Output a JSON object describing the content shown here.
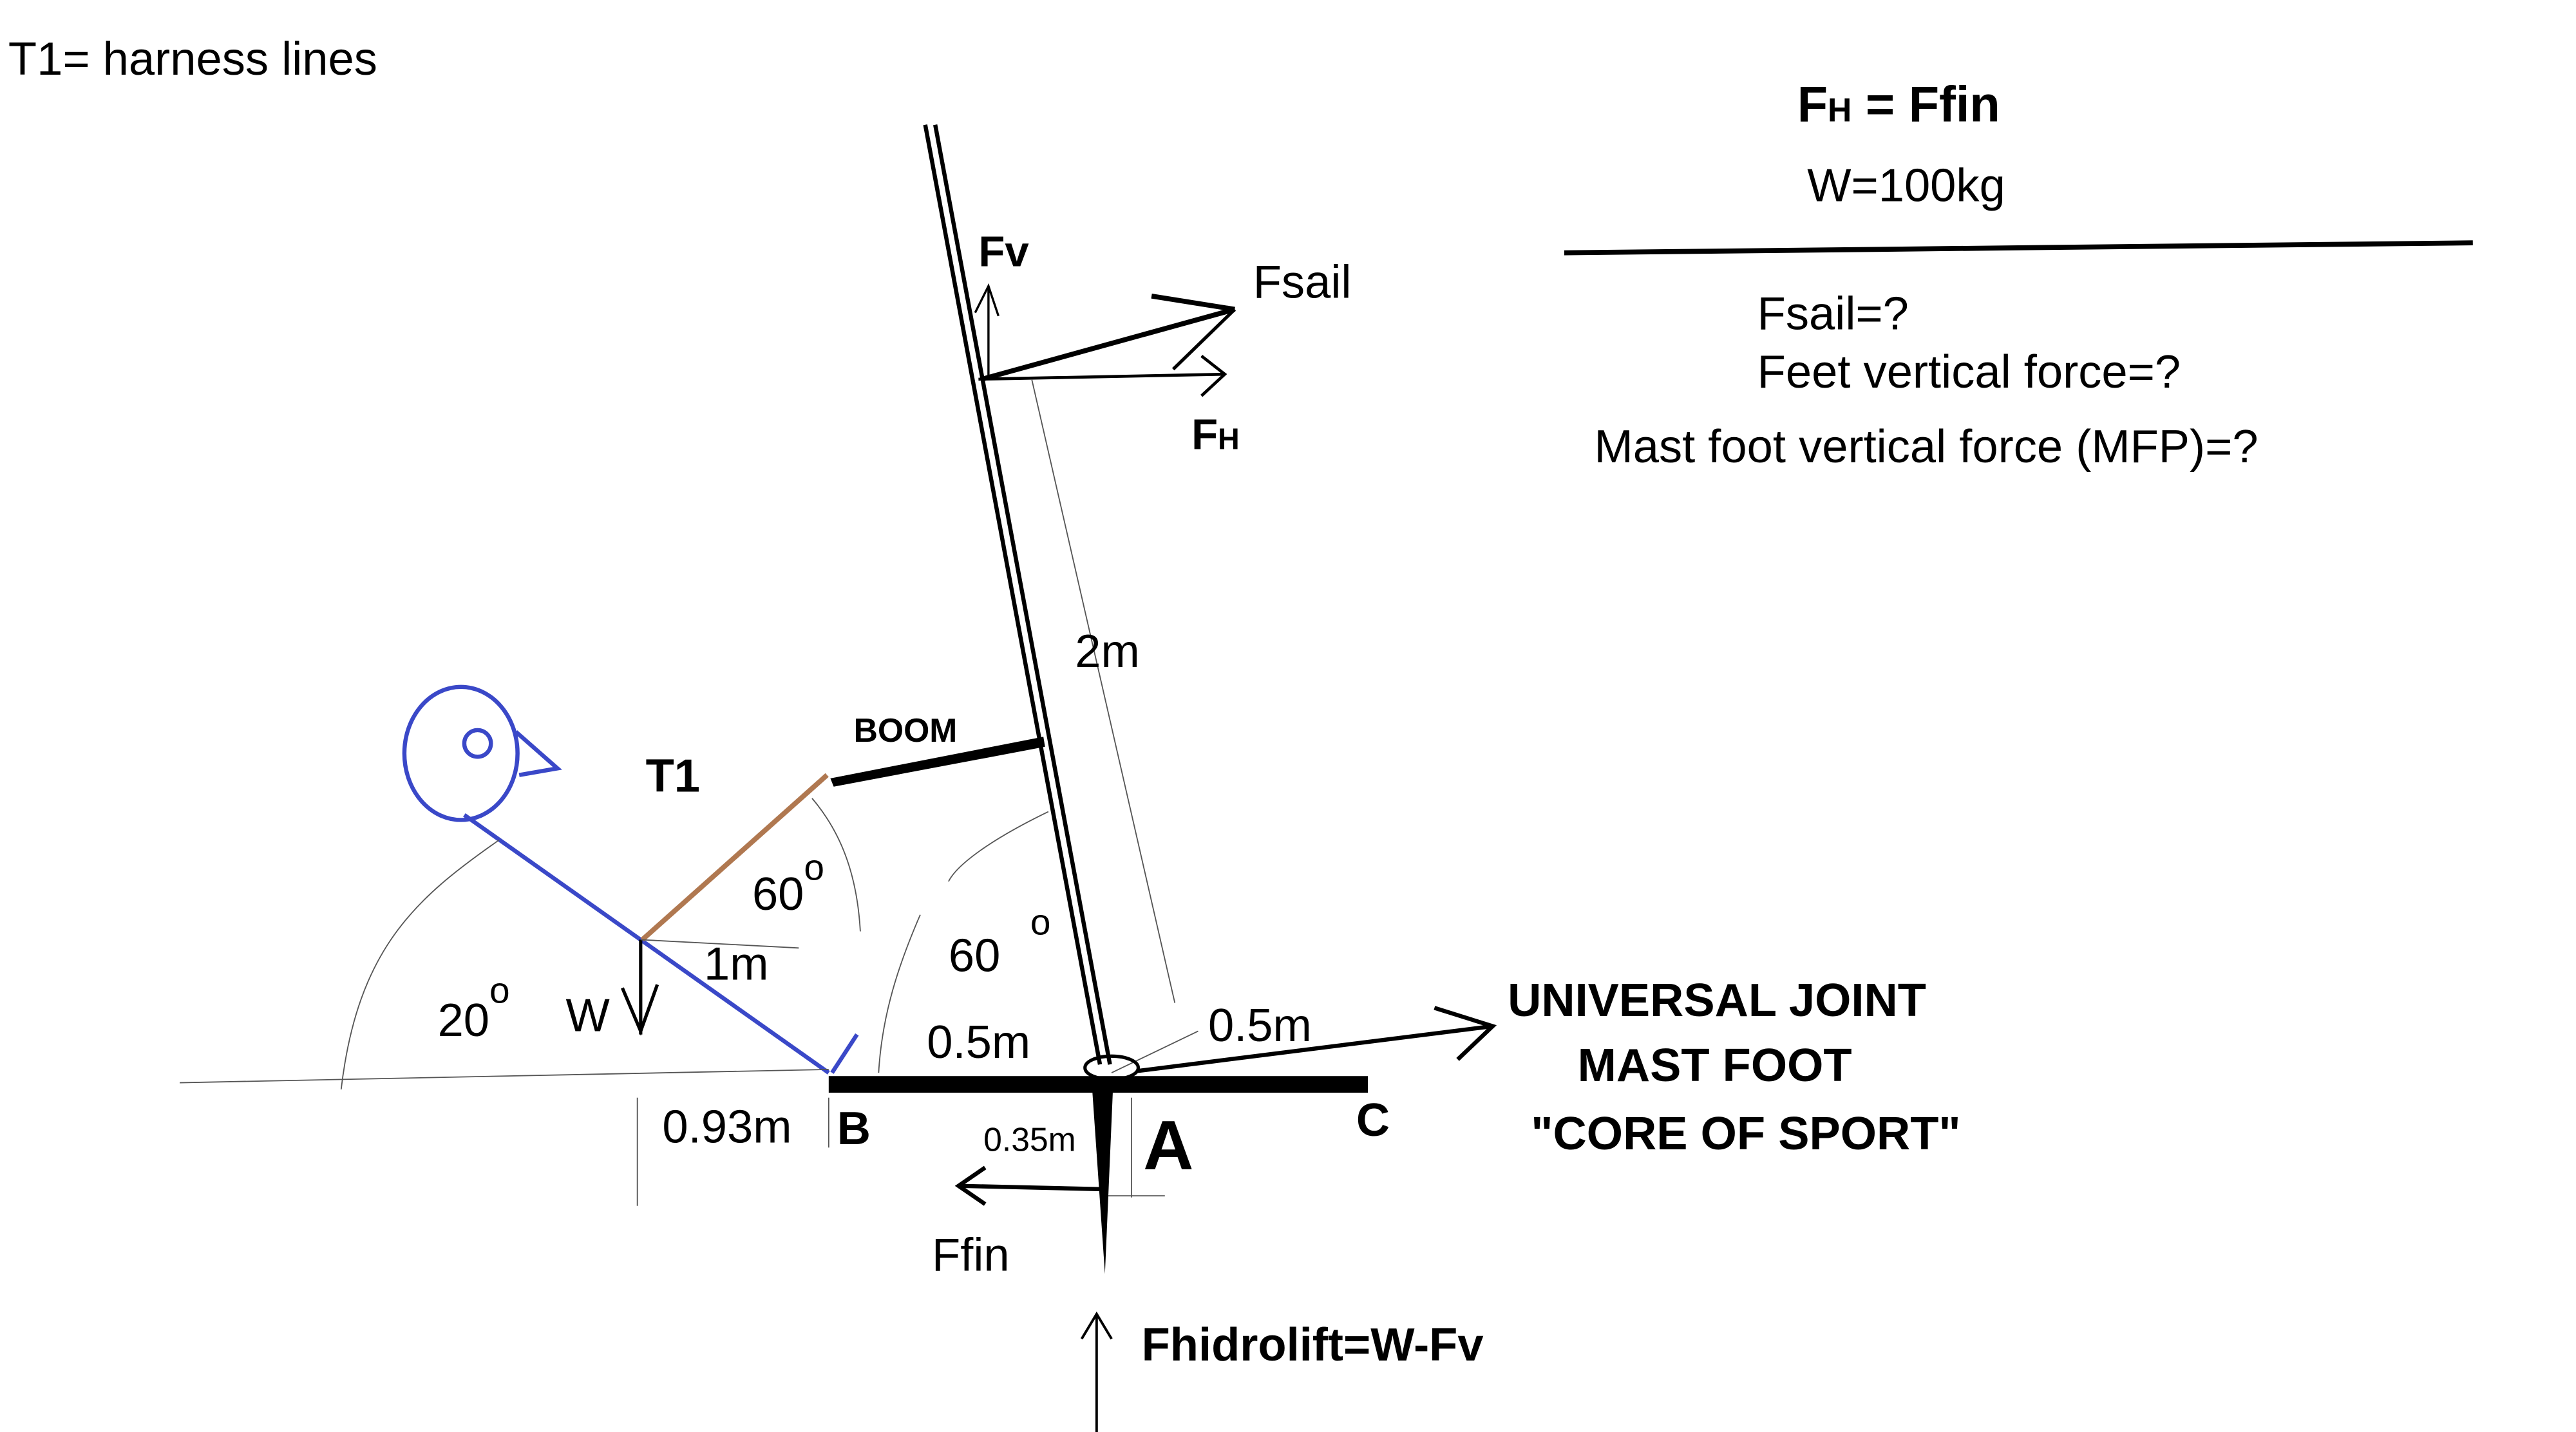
{
  "legend": {
    "t1": "T1= harness lines"
  },
  "given": {
    "fh_main": "F",
    "fh_sub": "H",
    "fh_rest": " = Ffin",
    "weight": "W=100kg"
  },
  "questions": [
    "Fsail=?",
    "Feet vertical force=?",
    "Mast foot vertical force (MFP)=?"
  ],
  "labels": {
    "fv": "Fv",
    "fsail": "Fsail",
    "fh_main": "F",
    "fh_sub": "H",
    "mast_len": "2m",
    "boom": "BOOM",
    "t1": "T1",
    "angle1": "60",
    "angle2": "60",
    "angle3": "20",
    "deg": "o",
    "one_m": "1m",
    "w": "W",
    "half_m_left": "0.5m",
    "half_m_right": "0.5m",
    "dist_093": "0.93m",
    "b": "B",
    "dist_035": "0.35m",
    "a": "A",
    "c": "C",
    "ffin": "Ffin",
    "hydrolift": "Fhidrolift=W-Fv",
    "uj1": "UNIVERSAL JOINT",
    "uj2": "MAST FOOT",
    "uj3": "\"CORE OF SPORT\""
  },
  "colors": {
    "sailor": "#3a48c8",
    "harness": "#b07850",
    "ink": "#000000"
  }
}
